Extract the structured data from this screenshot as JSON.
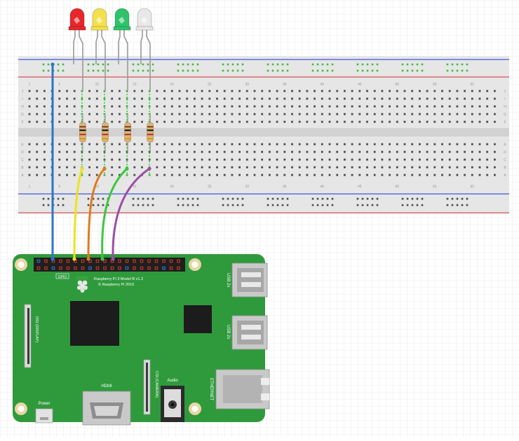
{
  "board": {
    "model": "Raspberry Pi 3 Model B v1.2",
    "copyright": "© Raspberry Pi 2015",
    "gpio_label": "GPIO",
    "usb1_label": "USB 2x",
    "usb2_label": "USB 2x",
    "dsi_label": "DSI (DISPLAY)",
    "csi_label": "CSI (CAMERA)",
    "ethernet_label": "ETHERNET",
    "hdmi_label": "HDMI",
    "audio_label": "Audio",
    "power_label": "Power"
  },
  "breadboard": {
    "row_letters_top": [
      "J",
      "I",
      "H",
      "G",
      "F"
    ],
    "row_letters_bottom": [
      "E",
      "D",
      "C",
      "B",
      "A"
    ],
    "column_numbers": [
      "1",
      "5",
      "10",
      "15",
      "20",
      "25",
      "30",
      "35",
      "40",
      "45",
      "50",
      "55",
      "60"
    ]
  },
  "leds": [
    {
      "color": "red",
      "fill": "#e8262b"
    },
    {
      "color": "yellow",
      "fill": "#f4e04d"
    },
    {
      "color": "green",
      "fill": "#2fc26a"
    },
    {
      "color": "white",
      "fill": "#e8e8e8"
    }
  ],
  "wires": [
    {
      "color": "blue",
      "stroke": "#2f73c9"
    },
    {
      "color": "yellow",
      "stroke": "#ece31d"
    },
    {
      "color": "orange",
      "stroke": "#e07a1b"
    },
    {
      "color": "green",
      "stroke": "#3ec63e"
    },
    {
      "color": "purple",
      "stroke": "#9b4fa6"
    }
  ],
  "colors": {
    "pcb": "#2f9a3c",
    "rail_red": "#d9534f",
    "rail_blue": "#3b5bdb",
    "breadboard": "#e6e6e6"
  }
}
